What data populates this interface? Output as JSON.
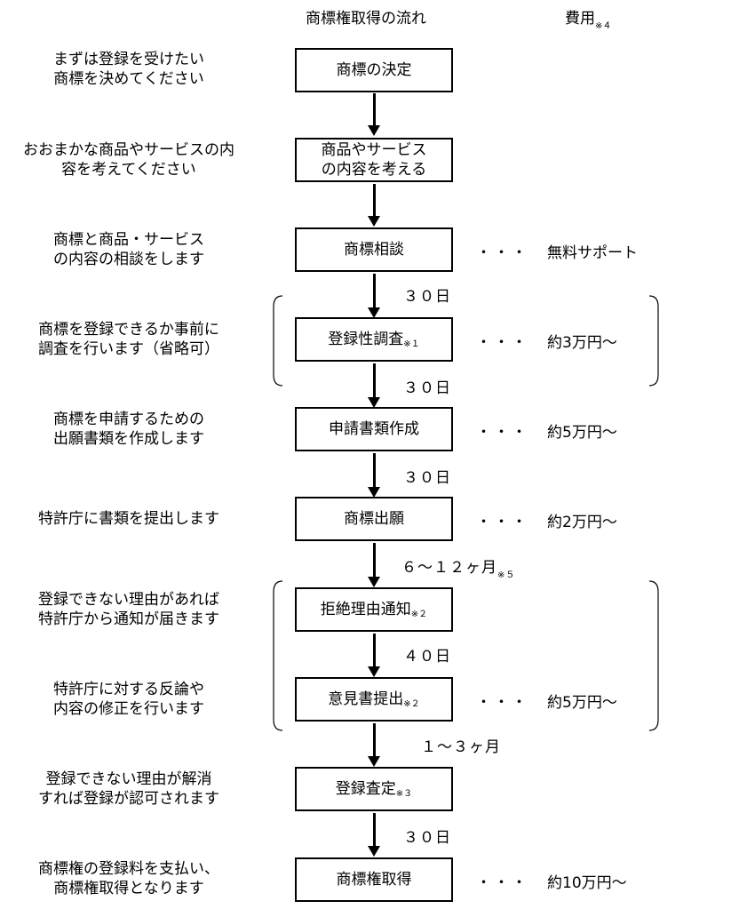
{
  "header": {
    "flow_title": "商標権取得の流れ",
    "cost_title": "費用",
    "cost_note": "※４"
  },
  "descriptions": [
    {
      "line1": "まずは登録を受けたい",
      "line2": "商標を決めてください"
    },
    {
      "line1": "おおまかな商品やサービスの内",
      "line2": "容を考えてください"
    },
    {
      "line1": "商標と商品・サービス",
      "line2": "の内容の相談をします"
    },
    {
      "line1": "商標を登録できるか事前に",
      "line2": "調査を行います（省略可）"
    },
    {
      "line1": "商標を申請するための",
      "line2": "出願書類を作成します"
    },
    {
      "line1": "特許庁に書類を提出します",
      "line2": ""
    },
    {
      "line1": "登録できない理由があれば",
      "line2": "特許庁から通知が届きます"
    },
    {
      "line1": "特許庁に対する反論や",
      "line2": "内容の修正を行います"
    },
    {
      "line1": "登録できない理由が解消",
      "line2": "すれば登録が認可されます"
    },
    {
      "line1": "商標権の登録料を支払い、",
      "line2": "商標権取得となります"
    }
  ],
  "steps": [
    {
      "line1": "商標の決定",
      "line2": "",
      "note": ""
    },
    {
      "line1": "商品やサービス",
      "line2": "の内容を考える",
      "note": ""
    },
    {
      "line1": "商標相談",
      "line2": "",
      "note": ""
    },
    {
      "line1": "登録性調査",
      "line2": "",
      "note": "※１"
    },
    {
      "line1": "申請書類作成",
      "line2": "",
      "note": ""
    },
    {
      "line1": "商標出願",
      "line2": "",
      "note": ""
    },
    {
      "line1": "拒絶理由通知",
      "line2": "",
      "note": "※２"
    },
    {
      "line1": "意見書提出",
      "line2": "",
      "note": "※２"
    },
    {
      "line1": "登録査定",
      "line2": "",
      "note": "※３"
    },
    {
      "line1": "商標権取得",
      "line2": "",
      "note": ""
    }
  ],
  "durations": [
    {
      "text": "３０日",
      "note": ""
    },
    {
      "text": "３０日",
      "note": ""
    },
    {
      "text": "３０日",
      "note": ""
    },
    {
      "text": "６～１２ヶ月",
      "note": "※５"
    },
    {
      "text": "４０日",
      "note": ""
    },
    {
      "text": "１～３ヶ月",
      "note": ""
    },
    {
      "text": "３０日",
      "note": ""
    }
  ],
  "costs": [
    {
      "dots": "・・・",
      "text": "無料サポート"
    },
    {
      "dots": "・・・",
      "text": "約3万円～"
    },
    {
      "dots": "・・・",
      "text": "約5万円～"
    },
    {
      "dots": "・・・",
      "text": "約2万円～"
    },
    {
      "dots": "・・・",
      "text": "約5万円～"
    },
    {
      "dots": "・・・",
      "text": "約10万円～"
    }
  ]
}
